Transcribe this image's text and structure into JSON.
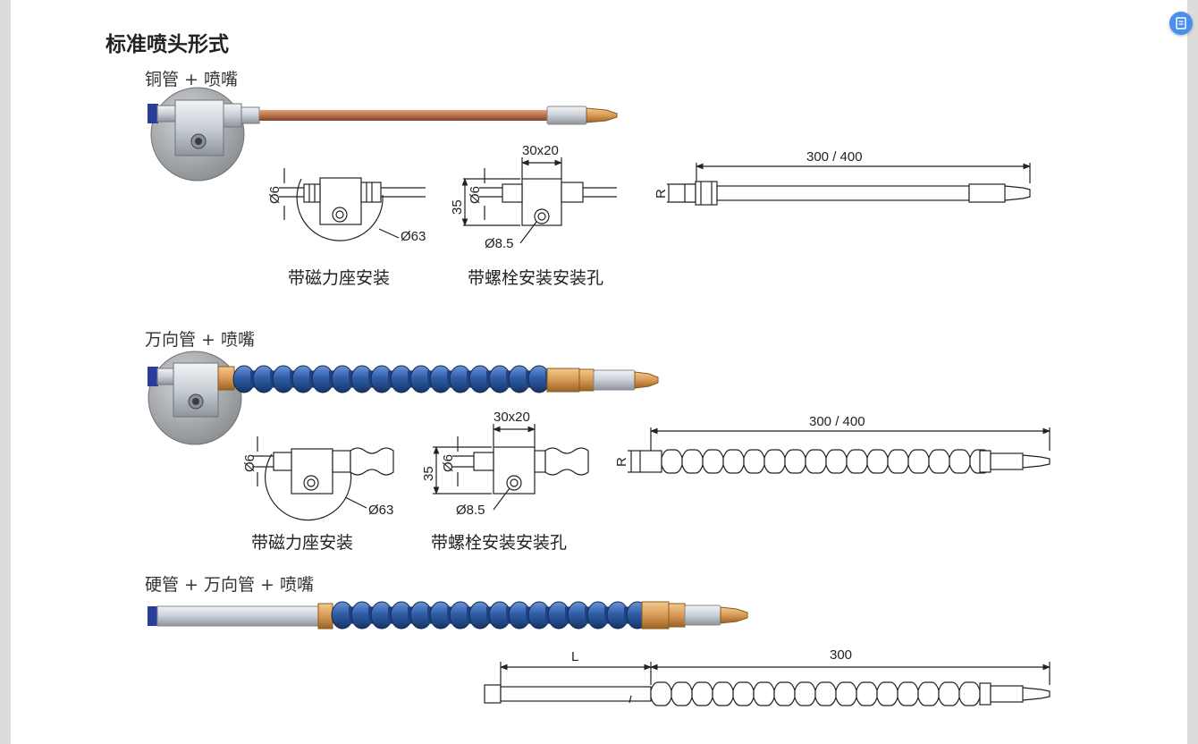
{
  "title": "标准喷头形式",
  "sections": [
    {
      "label": "铜管 + 喷嘴",
      "captions": [
        "带磁力座安装",
        "带螺栓安装安装孔"
      ],
      "dims": {
        "pipe": "Ø6",
        "base": "Ø63",
        "block": "30x20",
        "height": "35",
        "pipe2": "Ø6",
        "hole": "Ø8.5",
        "length": "300 / 400",
        "radius": "R"
      }
    },
    {
      "label": "万向管 + 喷嘴",
      "captions": [
        "带磁力座安装",
        "带螺栓安装安装孔"
      ],
      "dims": {
        "pipe": "Ø6",
        "base": "Ø63",
        "block": "30x20",
        "height": "35",
        "pipe2": "Ø6",
        "hole": "Ø8.5",
        "length": "300 / 400",
        "radius": "R"
      }
    },
    {
      "label": "硬管 + 万向管 + 喷嘴",
      "dims": {
        "left_len": "L",
        "right_len": "300"
      }
    }
  ],
  "colors": {
    "copper": "#b8734c",
    "flex_blue": "#2f5ea8",
    "brass": "#d79a55",
    "steel": "#c9cfd6",
    "accent_btn": "#4a8ff0"
  },
  "icons": {
    "floating_button": "document-icon"
  }
}
